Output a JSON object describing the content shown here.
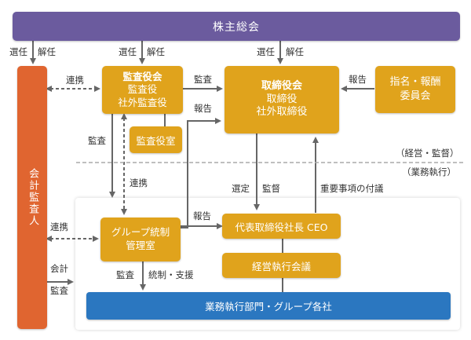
{
  "shareholders_meeting": "株主総会",
  "audit_board": {
    "title": "監査役会",
    "line1": "監査役",
    "line2": "社外監査役"
  },
  "audit_office": "監査役室",
  "board": {
    "title": "取締役会",
    "line1": "取締役",
    "line2": "社外取締役"
  },
  "nomination_committee": {
    "line1": "指名・報酬",
    "line2": "委員会"
  },
  "accounting_auditor": "会計監査人",
  "group_control": {
    "line1": "グループ統制",
    "line2": "管理室"
  },
  "ceo": "代表取締役社長 CEO",
  "exec_meeting": "経営執行会議",
  "business_units": "業務執行部門・グループ各社",
  "divider": {
    "upper": "（経営・監督）",
    "lower": "（業務執行）"
  },
  "labels": {
    "elect_dismiss_left": {
      "a": "選任",
      "b": "解任"
    },
    "elect_dismiss_mid": {
      "a": "選任",
      "b": "解任"
    },
    "elect_dismiss_right": {
      "a": "選任",
      "b": "解任"
    },
    "link_top": "連携",
    "audit_top": "監査",
    "report_top": "報告",
    "report_nom": "報告",
    "audit_left": "監査",
    "link_mid": "連携",
    "select": "選定",
    "supervise": "監督",
    "important_matters": "重要事項の付議",
    "report_mid": "報告",
    "link_bottom": "連携",
    "accounting": "会計",
    "audit_bottom": "監査",
    "audit_group": "監査",
    "control_support": "統制・支援"
  },
  "colors": {
    "purple": "#6b5b9e",
    "gold": "#e0a31c",
    "orange": "#e06530",
    "blue": "#2b77c0",
    "arrow": "#666666"
  }
}
